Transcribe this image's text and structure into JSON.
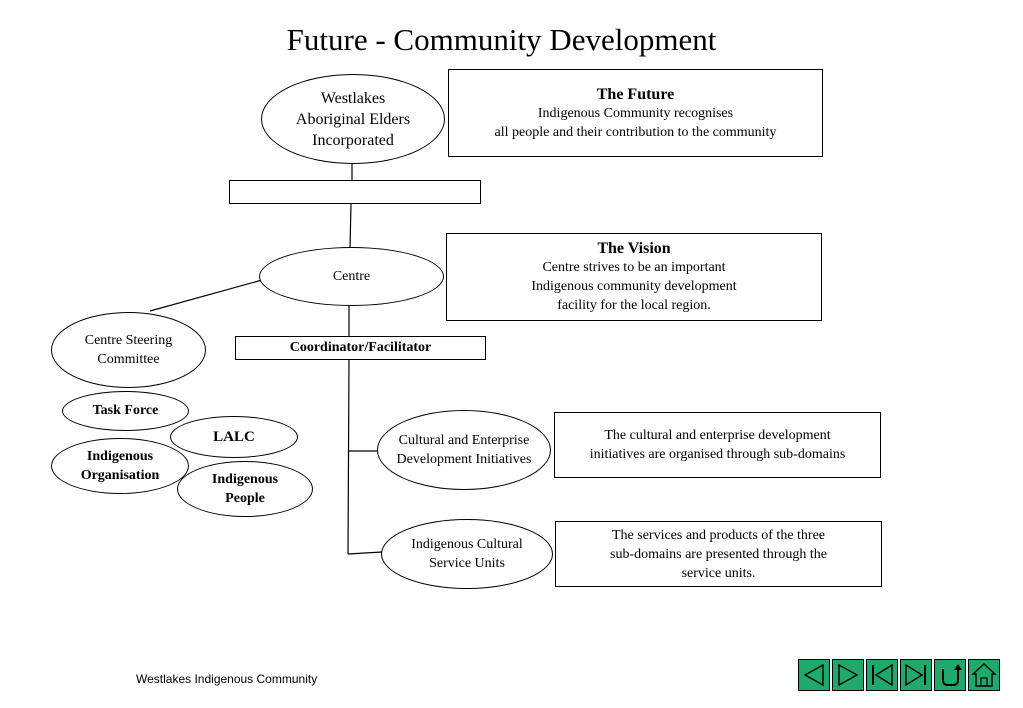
{
  "title": "Future - Community Development",
  "nodes": {
    "elders": {
      "lines": [
        "Westlakes",
        "Aboriginal Elders",
        "Incorporated"
      ]
    },
    "blank_box": {
      "lines": []
    },
    "future": {
      "heading": "The Future",
      "lines": [
        "Indigenous Community recognises",
        "all people and their contribution to the community"
      ]
    },
    "centre": {
      "lines": [
        "Centre"
      ]
    },
    "vision": {
      "heading": "The Vision",
      "lines": [
        "Centre strives to be an important",
        "Indigenous community development",
        "facility for the local region."
      ]
    },
    "steering": {
      "lines": [
        "Centre Steering",
        "Committee"
      ]
    },
    "coordinator": {
      "lines": [
        "Coordinator/Facilitator"
      ]
    },
    "task_force": {
      "lines": [
        "Task Force"
      ]
    },
    "lalc": {
      "lines": [
        "LALC"
      ]
    },
    "indigenous_org": {
      "lines": [
        "Indigenous",
        "Organisation"
      ]
    },
    "indigenous_people": {
      "lines": [
        "Indigenous",
        "People"
      ]
    },
    "cultural_enterprise": {
      "lines": [
        "Cultural and Enterprise",
        "Development Initiatives"
      ]
    },
    "cultural_desc": {
      "lines": [
        "The cultural and enterprise development",
        "initiatives are organised through sub-domains"
      ]
    },
    "service_units": {
      "lines": [
        "Indigenous Cultural",
        "Service Units"
      ]
    },
    "service_desc": {
      "lines": [
        "The services and products of the three",
        "sub-domains are presented through the",
        "service units."
      ]
    }
  },
  "footer": "Westlakes Indigenous Community",
  "nav": {
    "color": "#1faa6b",
    "buttons": [
      {
        "id": "prev",
        "icon": "triangle-left-icon"
      },
      {
        "id": "next",
        "icon": "triangle-right-icon"
      },
      {
        "id": "first",
        "icon": "skip-first-icon"
      },
      {
        "id": "last",
        "icon": "skip-last-icon"
      },
      {
        "id": "return",
        "icon": "return-icon"
      },
      {
        "id": "home",
        "icon": "home-icon"
      }
    ]
  }
}
